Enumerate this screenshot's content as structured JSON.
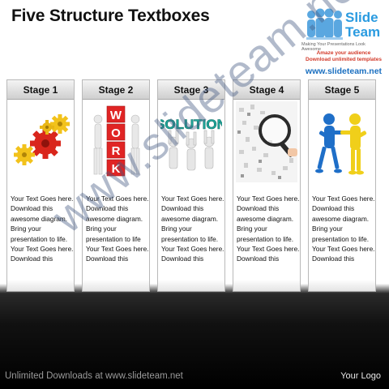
{
  "title": "Five Structure Textboxes",
  "logo": {
    "word1": "Slide",
    "word2": "Team",
    "tagline": "Making Your Presentations Look Awesome",
    "promo_line1": "Amaze your audience",
    "promo_line2": "Download unlimited templates",
    "url": "www.slideteam.net",
    "brand_color": "#2a9be0"
  },
  "stages": [
    {
      "label": "Stage 1",
      "image": "gears-icon",
      "text_lines": [
        "Your Text Goes here.",
        "Download this",
        "awesome diagram.",
        "Bring your",
        "presentation to life.",
        "Your Text Goes here.",
        "Download this"
      ]
    },
    {
      "label": "Stage 2",
      "image": "work-blocks-icon",
      "image_text": "WORK",
      "text_lines": [
        "Your Text Goes here.",
        "Download this",
        "awesome diagram.",
        "Bring your",
        "presentation to life",
        "Your Text Goes here.",
        "Download this"
      ]
    },
    {
      "label": "Stage 3",
      "image": "solution-people-icon",
      "image_text": "SOLUTION",
      "text_lines": [
        "Your Text Goes here.",
        "Download this",
        "awesome diagram.",
        "Bring your",
        "presentation to life.",
        "Your Text Goes here.",
        "Download this"
      ]
    },
    {
      "label": "Stage 4",
      "image": "magnifier-puzzle-icon",
      "text_lines": [
        "Your Text Goes here.",
        "Download this",
        "awesome diagram.",
        "Bring your",
        "presentation to life.",
        "Your Text Goes here.",
        "Download this"
      ]
    },
    {
      "label": "Stage 5",
      "image": "handshake-figures-icon",
      "text_lines": [
        "Your Text Goes here.",
        "Download this",
        "awesome diagram.",
        "Bring your",
        "presentation to life.",
        "Your Text Goes here.",
        "Download this"
      ]
    }
  ],
  "watermark": "www.slideteam.net",
  "footer": {
    "left": "Unlimited Downloads at www.slideteam.net",
    "right": "Your Logo"
  },
  "colors": {
    "gear_red": "#d9261c",
    "gear_yellow": "#f2c21b",
    "solution_teal": "#1fa79b",
    "figure_blue": "#1f6fc8",
    "figure_yellow": "#f0cf1a"
  }
}
